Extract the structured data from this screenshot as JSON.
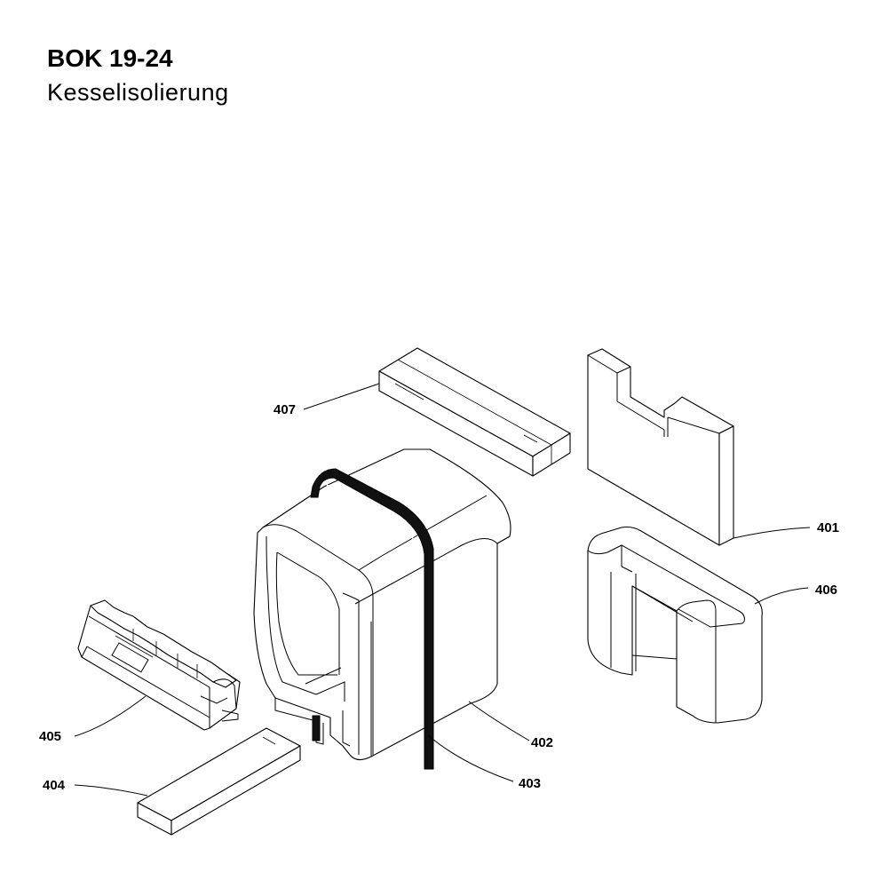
{
  "header": {
    "title": "BOK 19-24",
    "subtitle": "Kesselisolierung"
  },
  "callouts": {
    "p401": "401",
    "p402": "402",
    "p403": "403",
    "p404": "404",
    "p405": "405",
    "p406": "406",
    "p407": "407"
  },
  "colors": {
    "line": "#000000",
    "background": "#ffffff"
  }
}
